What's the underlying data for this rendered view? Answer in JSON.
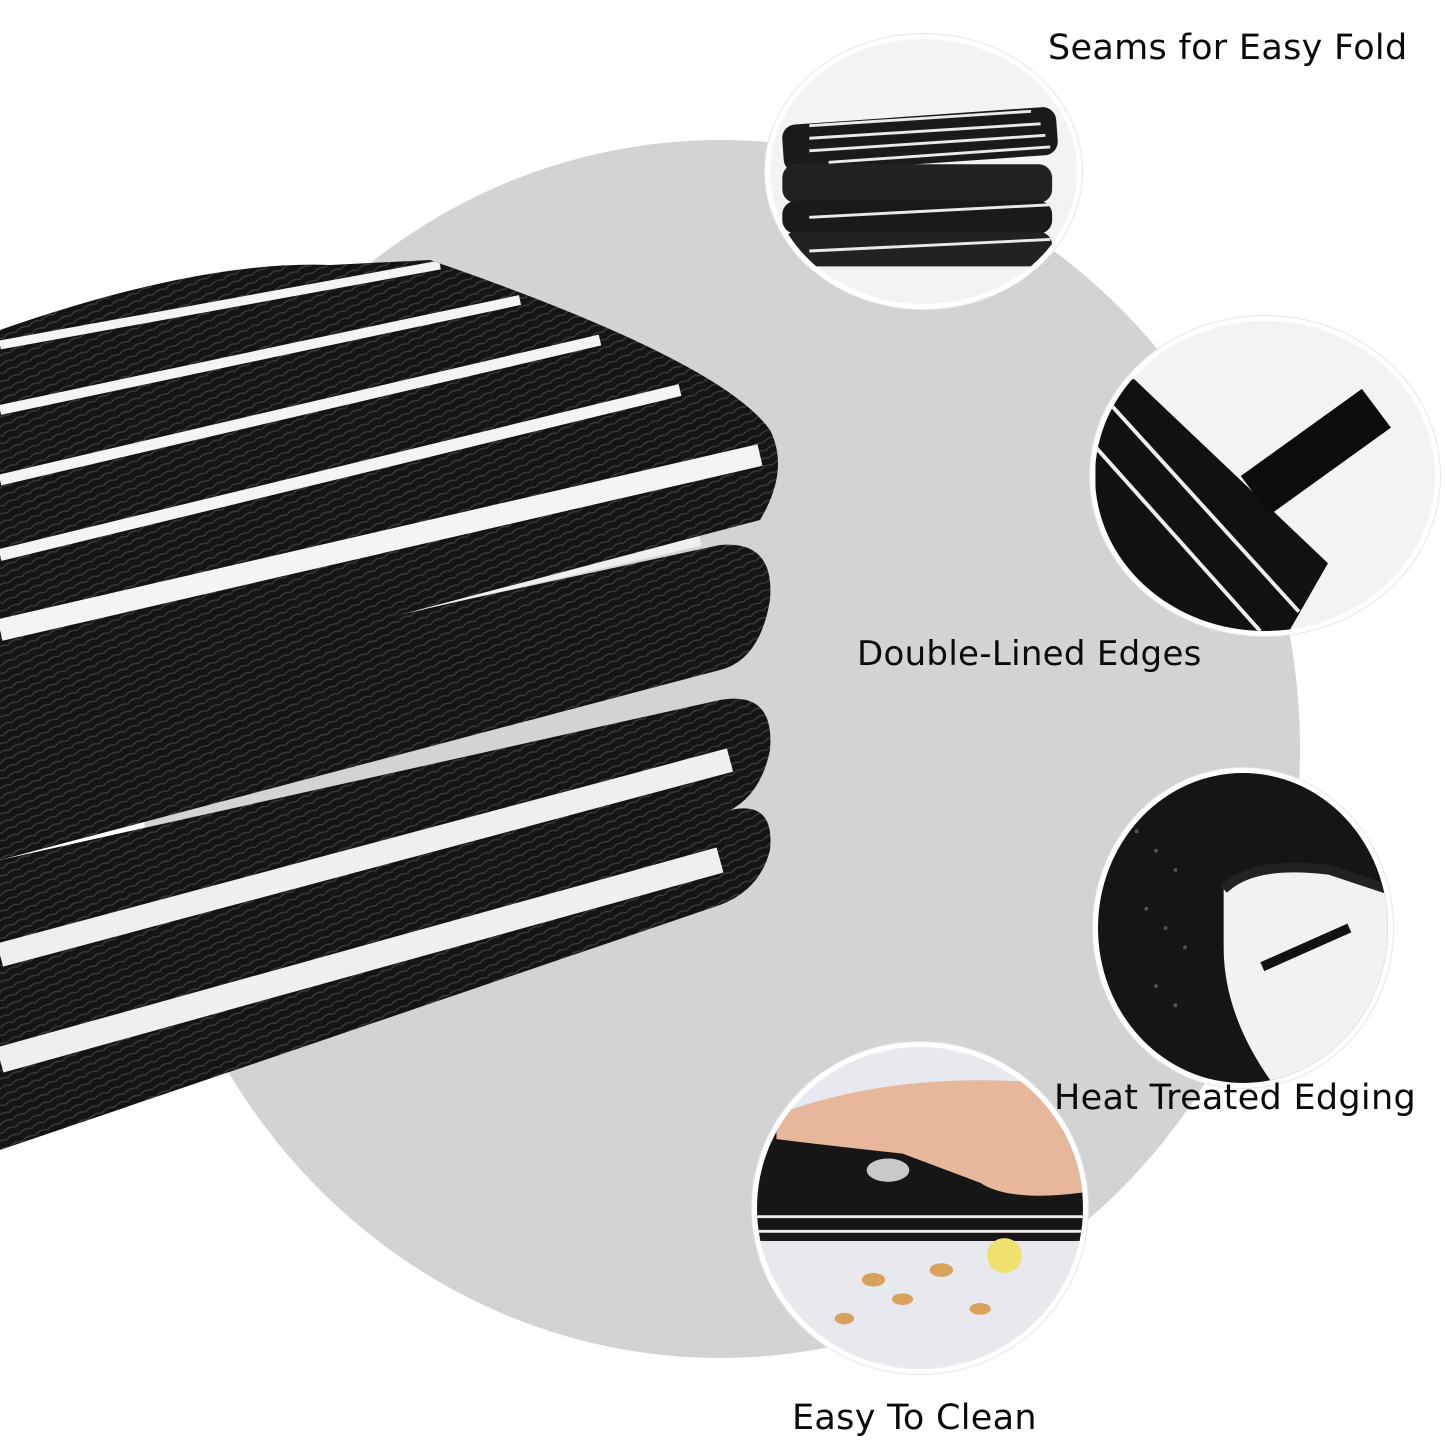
{
  "background": {
    "circle_color": "#d3d3d3",
    "page_color": "#ffffff"
  },
  "main_image": {
    "subject": "folded black and white striped outdoor mat",
    "colors": {
      "black": "#111111",
      "white": "#f2f2f2"
    }
  },
  "features": [
    {
      "id": "seams",
      "caption": "Seams for Easy Fold",
      "image": "folded-mat-stack"
    },
    {
      "id": "edges",
      "caption": "Double-Lined Edges",
      "image": "mat-corner-with-strap"
    },
    {
      "id": "heat",
      "caption": "Heat Treated Edging",
      "image": "mat-edge-curl-closeup"
    },
    {
      "id": "clean",
      "caption": "Easy To Clean",
      "image": "hand-on-mat-with-oats"
    }
  ]
}
